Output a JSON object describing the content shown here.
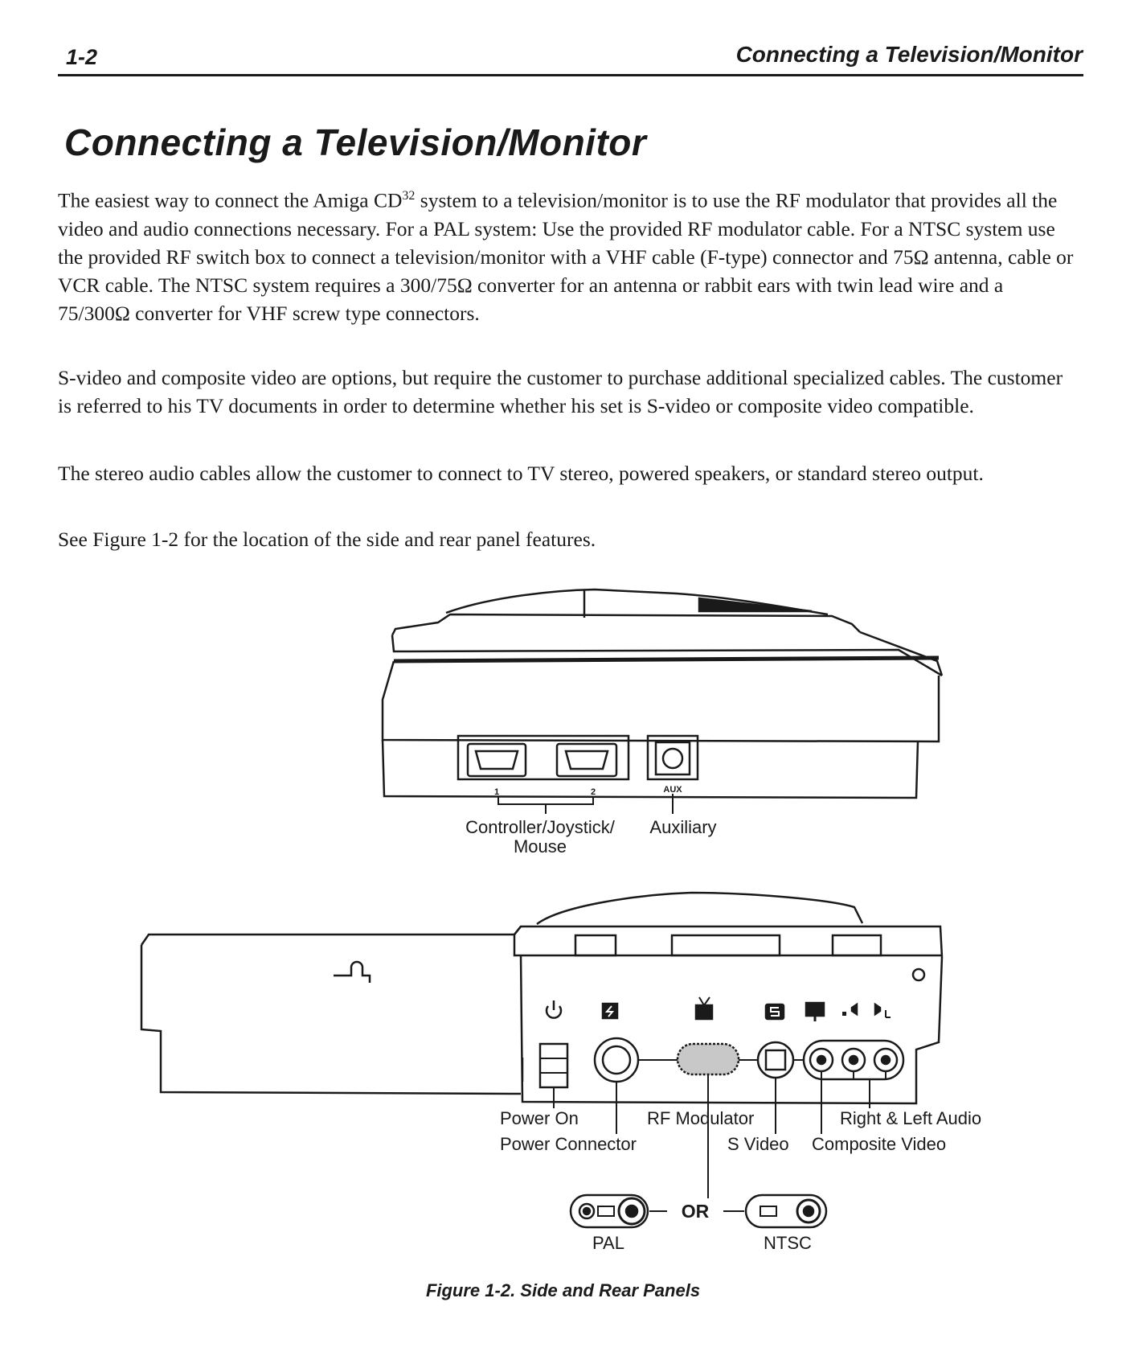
{
  "header": {
    "page_number": "1-2",
    "running_title": "Connecting a Television/Monitor"
  },
  "section": {
    "title": "Connecting a Television/Monitor"
  },
  "paragraphs": {
    "p1_a": "The easiest way to connect the Amiga CD",
    "p1_sup": "32",
    "p1_b": " system to a television/monitor is to use the RF modulator that provides all the video and audio connections necessary. For a PAL system: Use the provided RF modulator cable. For a NTSC system use the provided RF switch box to connect a television/monitor with a VHF cable (F-type) connector and 75Ω antenna, cable or VCR cable. The NTSC system requires a 300/75Ω converter for an antenna or rabbit ears with twin lead wire and a 75/300Ω converter for VHF screw type connectors.",
    "p2": "S-video and composite video are options, but require the customer to purchase additional specialized cables. The customer is referred to his TV documents in order to determine whether his set is S-video or composite video compatible.",
    "p3": "The stereo audio cables allow the customer to connect to TV stereo, powered speakers, or standard stereo output.",
    "p4": "See Figure 1-2 for the location of the side and rear panel features."
  },
  "figure": {
    "side_panel": {
      "port_mark_1": "1",
      "port_mark_2": "2",
      "aux_mark": "AUX",
      "label_controller_line1": "Controller/Joystick/",
      "label_controller_line2": "Mouse",
      "label_auxiliary": "Auxiliary"
    },
    "rear_panel": {
      "label_power_on": "Power On",
      "label_power_connector": "Power Connector",
      "label_rf_modulator": "RF Modulator",
      "label_s_video": "S Video",
      "label_right_left_audio": "Right & Left Audio",
      "label_composite_video": "Composite Video",
      "label_or": "OR",
      "label_pal": "PAL",
      "label_ntsc": "NTSC",
      "icons": [
        "power-symbol-icon",
        "power-plug-icon",
        "tv-antenna-icon",
        "s-video-icon",
        "monitor-icon",
        "right-audio-icon",
        "left-audio-icon"
      ]
    },
    "caption": "Figure 1-2. Side and Rear Panels"
  }
}
